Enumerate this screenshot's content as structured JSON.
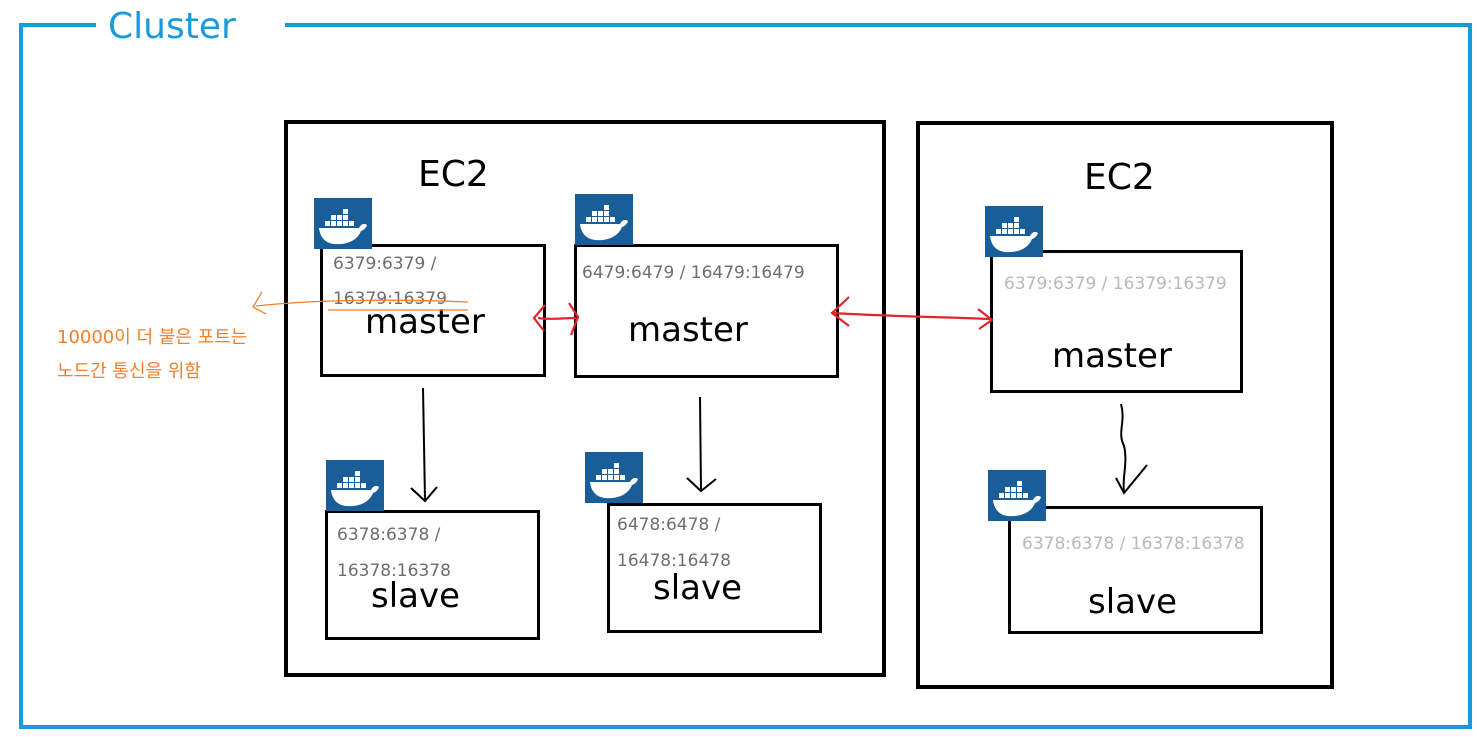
{
  "cluster": {
    "title": "Cluster",
    "frame_color": "#1a9ad8"
  },
  "instances": [
    {
      "label": "EC2",
      "containers": [
        {
          "role": "master",
          "ports_line1": "6379:6379 /",
          "ports_line2": "16379:16379"
        },
        {
          "role": "slave",
          "ports_line1": "6378:6378 /",
          "ports_line2": "16378:16378"
        },
        {
          "role": "master",
          "ports_line1": "6479:6479 / 16479:16479"
        },
        {
          "role": "slave",
          "ports_line1": "6478:6478 /",
          "ports_line2": "16478:16478"
        }
      ]
    },
    {
      "label": "EC2",
      "containers": [
        {
          "role": "master",
          "ports_line1": "6379:6379 / 16379:16379"
        },
        {
          "role": "slave",
          "ports_line1": "6378:6378 / 16378:16378"
        }
      ]
    }
  ],
  "annotation": {
    "line1": "10000이 더 붙은 포트는",
    "line2": "노드간 통신을 위함",
    "color": "#f47f2a"
  },
  "icons": {
    "container": "docker-whale-icon"
  },
  "colors": {
    "docker": "#1a5e99",
    "replication_arrow": "#000000",
    "cluster_link": "#e0262b"
  }
}
